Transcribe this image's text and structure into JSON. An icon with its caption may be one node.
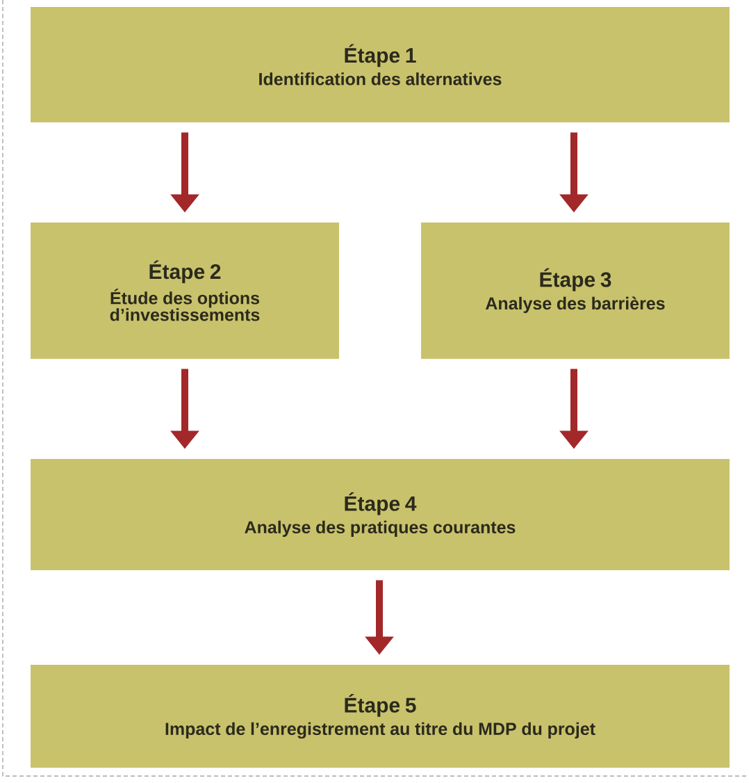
{
  "diagram": {
    "nodes": [
      {
        "text": [
          "Étape 1",
          "Identification des alternatives"
        ]
      },
      {
        "text": [
          "Étape 2",
          "Étude des options d’investissements"
        ]
      },
      {
        "text": [
          "Étape 3",
          "Analyse des barrières"
        ]
      },
      {
        "text": [
          "Étape 4",
          "Analyse des pratiques courantes"
        ]
      },
      {
        "text": [
          "Étape 5",
          "Impact de l’enregistrement au titre du MDP du projet"
        ]
      }
    ],
    "edges": [
      {
        "from": 0,
        "to": 1,
        "arrow": "to"
      },
      {
        "from": 0,
        "to": 2,
        "arrow": "to"
      },
      {
        "from": 1,
        "to": 3,
        "arrow": "to"
      },
      {
        "from": 2,
        "to": 3,
        "arrow": "to"
      },
      {
        "from": 3,
        "to": 4,
        "arrow": "to"
      }
    ]
  }
}
